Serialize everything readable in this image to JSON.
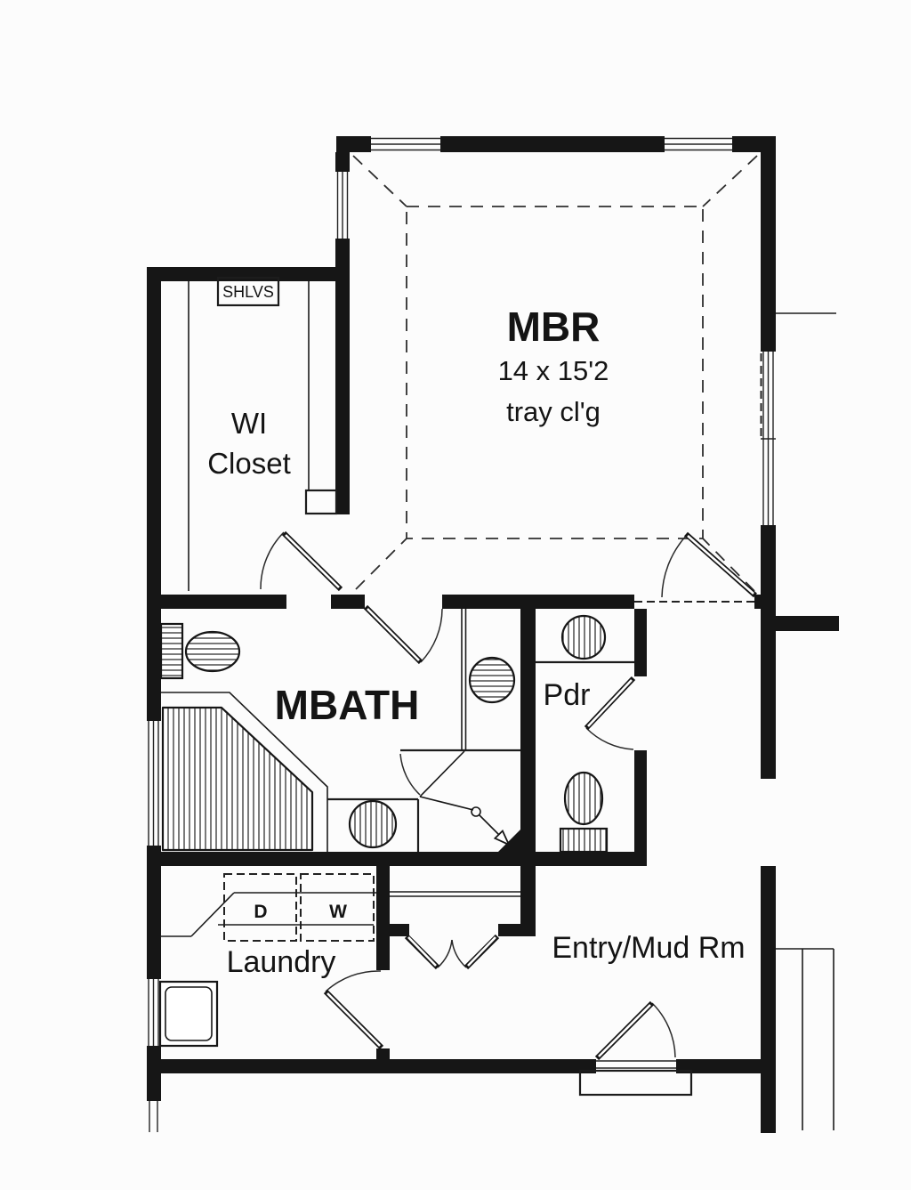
{
  "labels": {
    "mbr": {
      "title": "MBR",
      "dims": "14 x 15'2",
      "ceiling": "tray cl'g"
    },
    "wi_closet": {
      "line1": "WI",
      "line2": "Closet",
      "shelf": "SHLVS"
    },
    "mbath": {
      "title": "MBATH"
    },
    "pdr": {
      "title": "Pdr"
    },
    "laundry": {
      "title": "Laundry",
      "dryer": "D",
      "washer": "W"
    },
    "entry": {
      "title": "Entry/Mud Rm"
    }
  },
  "colors": {
    "wall": "#161616",
    "line": "#1c1c1c",
    "background": "#fcfcfc",
    "fixture_hatch": "#222222"
  }
}
